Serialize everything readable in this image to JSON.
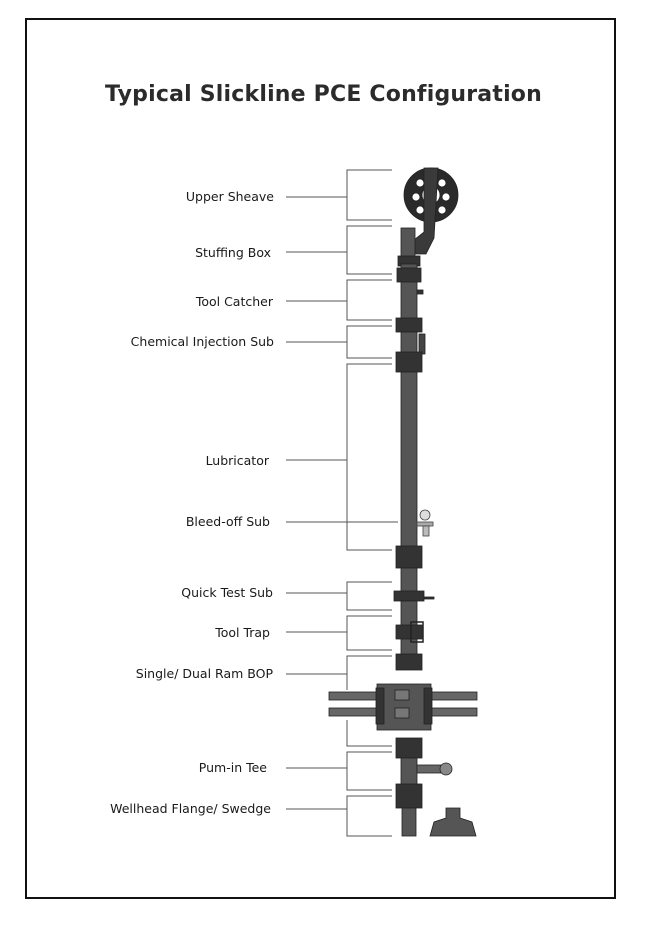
{
  "title": "Typical Slickline PCE Configuration",
  "components": [
    {
      "id": "upper-sheave",
      "label": "Upper Sheave"
    },
    {
      "id": "stuffing-box",
      "label": "Stuffing Box"
    },
    {
      "id": "tool-catcher",
      "label": "Tool Catcher"
    },
    {
      "id": "chemical-injection-sub",
      "label": "Chemical Injection Sub"
    },
    {
      "id": "lubricator",
      "label": "Lubricator"
    },
    {
      "id": "bleed-off-sub",
      "label": "Bleed-off Sub"
    },
    {
      "id": "quick-test-sub",
      "label": "Quick Test Sub"
    },
    {
      "id": "tool-trap",
      "label": "Tool Trap"
    },
    {
      "id": "ram-bop",
      "label": "Single/ Dual Ram BOP"
    },
    {
      "id": "pump-in-tee",
      "label": "Pum-in Tee"
    },
    {
      "id": "wellhead-flange",
      "label": "Wellhead Flange/ Swedge"
    }
  ],
  "colors": {
    "equipment": "#4a4a4a",
    "dark": "#222222",
    "line": "#555555"
  }
}
